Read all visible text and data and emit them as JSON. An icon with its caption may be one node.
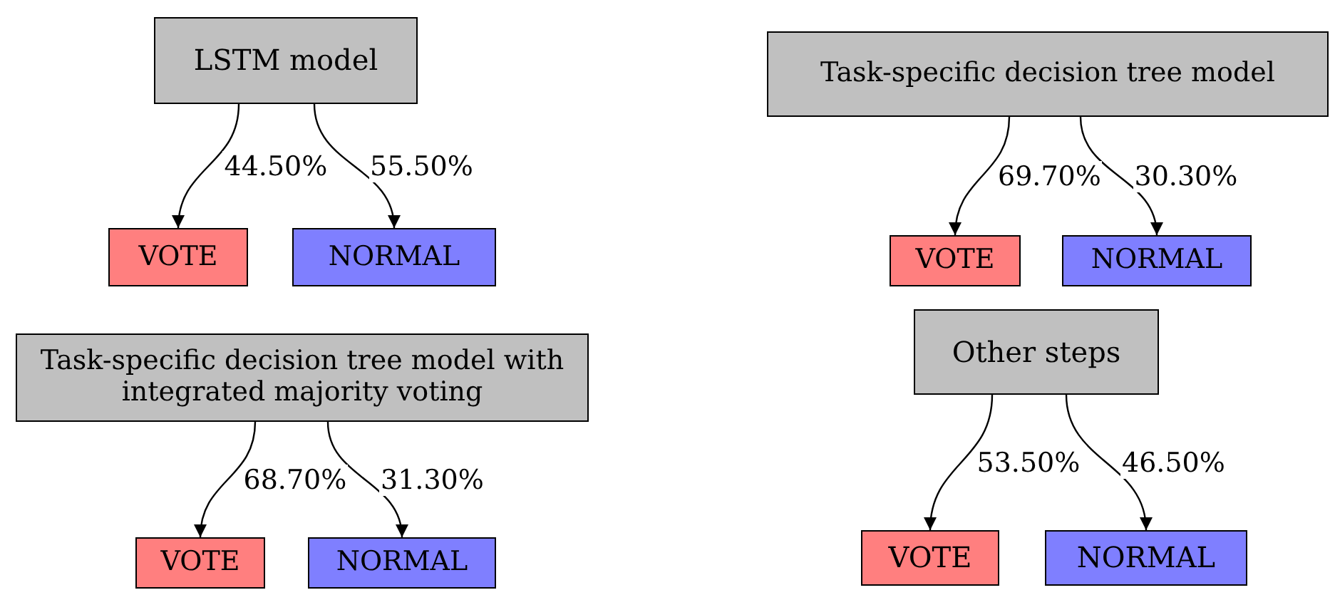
{
  "diagram": {
    "nodes": [
      {
        "text": [
          "LSTM model"
        ]
      },
      {
        "text": [
          "VOTE"
        ]
      },
      {
        "text": [
          "NORMAL"
        ]
      },
      {
        "text": [
          "Task-specific decision tree model with integrated majority voting"
        ]
      },
      {
        "text": [
          "VOTE"
        ]
      },
      {
        "text": [
          "NORMAL"
        ]
      },
      {
        "text": [
          "Task-specific decision tree model"
        ]
      },
      {
        "text": [
          "VOTE"
        ]
      },
      {
        "text": [
          "NORMAL"
        ]
      },
      {
        "text": [
          "Other steps"
        ]
      },
      {
        "text": [
          "VOTE"
        ]
      },
      {
        "text": [
          "NORMAL"
        ]
      }
    ],
    "edges": [
      {
        "from": 0,
        "to": 1,
        "arrow": "to",
        "label": "44.50%"
      },
      {
        "from": 0,
        "to": 2,
        "arrow": "to",
        "label": "55.50%"
      },
      {
        "from": 3,
        "to": 4,
        "arrow": "to",
        "label": "68.70%"
      },
      {
        "from": 3,
        "to": 5,
        "arrow": "to",
        "label": "31.30%"
      },
      {
        "from": 6,
        "to": 7,
        "arrow": "to",
        "label": "69.70%"
      },
      {
        "from": 6,
        "to": 8,
        "arrow": "to",
        "label": "30.30%"
      },
      {
        "from": 9,
        "to": 10,
        "arrow": "to",
        "label": "53.50%"
      },
      {
        "from": 9,
        "to": 11,
        "arrow": "to",
        "label": "46.50%"
      }
    ]
  }
}
